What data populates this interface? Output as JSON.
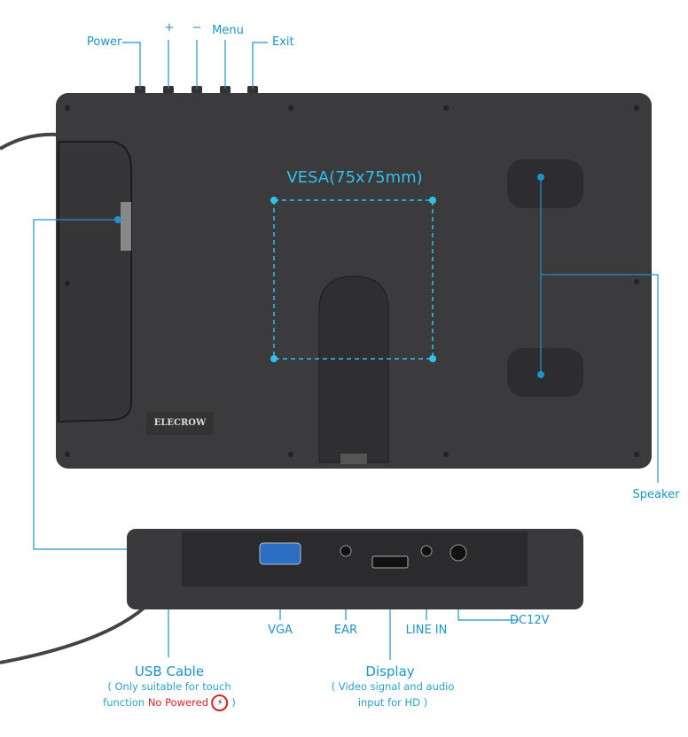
{
  "title": "Monitor rear panel and ports",
  "top_buttons": {
    "power": "Power",
    "plus": "+",
    "minus": "−",
    "menu": "Menu",
    "exit": "Exit"
  },
  "vesa_label": "VESA(75x75mm)",
  "speaker_label": "Speaker",
  "brand_logo": "ELECROW",
  "ports": {
    "vga": "VGA",
    "ear": "EAR",
    "line_in": "LINE IN",
    "dc": "DC12V"
  },
  "usb": {
    "title": "USB Cable",
    "note_line1": "( Only suitable for touch",
    "note_prefix": "function ",
    "note_red": "No Powered",
    "note_suffix": " )"
  },
  "display": {
    "title": "Display",
    "note_line1": "( Video signal and audio",
    "note_line2": "input for HD )"
  },
  "colors": {
    "accent": "#1e93c8",
    "warning": "#d8222a",
    "body": "#3b3b3d"
  }
}
